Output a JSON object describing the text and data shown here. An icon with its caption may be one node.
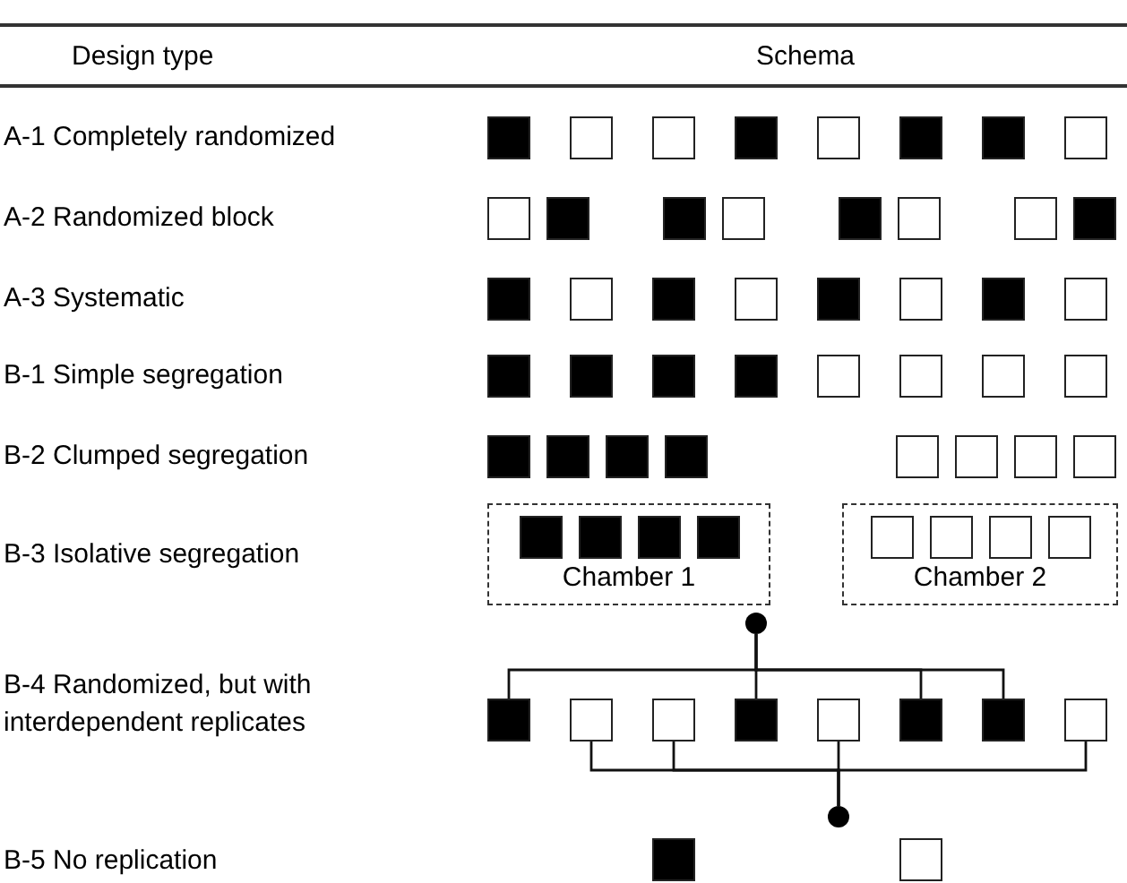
{
  "diagram": {
    "nodes": [
      {
        "text": [],
        "shape": "block"
      },
      {
        "text": [],
        "shape": "box"
      },
      {
        "text": [],
        "shape": "box"
      },
      {
        "text": [],
        "shape": "block"
      },
      {
        "text": [],
        "shape": "box"
      },
      {
        "text": [],
        "shape": "block"
      },
      {
        "text": [],
        "shape": "block"
      },
      {
        "text": [],
        "shape": "box"
      },
      {
        "text": [],
        "shape": "box"
      },
      {
        "text": [],
        "shape": "block"
      },
      {
        "text": [],
        "shape": "block"
      },
      {
        "text": [],
        "shape": "box"
      },
      {
        "text": [],
        "shape": "block"
      },
      {
        "text": [],
        "shape": "box"
      },
      {
        "text": [],
        "shape": "box"
      },
      {
        "text": [],
        "shape": "block"
      },
      {
        "text": [],
        "shape": "block"
      },
      {
        "text": [],
        "shape": "box"
      },
      {
        "text": [],
        "shape": "block"
      },
      {
        "text": [],
        "shape": "box"
      },
      {
        "text": [],
        "shape": "block"
      },
      {
        "text": [],
        "shape": "box"
      },
      {
        "text": [],
        "shape": "block"
      },
      {
        "text": [],
        "shape": "box"
      },
      {
        "text": [],
        "shape": "block"
      },
      {
        "text": [],
        "shape": "block"
      },
      {
        "text": [],
        "shape": "block"
      },
      {
        "text": [],
        "shape": "block"
      },
      {
        "text": [],
        "shape": "box"
      },
      {
        "text": [],
        "shape": "box"
      },
      {
        "text": [],
        "shape": "box"
      },
      {
        "text": [],
        "shape": "box"
      },
      {
        "text": [],
        "shape": "block"
      },
      {
        "text": [],
        "shape": "block"
      },
      {
        "text": [],
        "shape": "block"
      },
      {
        "text": [],
        "shape": "block"
      },
      {
        "text": [],
        "shape": "box"
      },
      {
        "text": [],
        "shape": "box"
      },
      {
        "text": [],
        "shape": "box"
      },
      {
        "text": [],
        "shape": "box"
      },
      {
        "text": [
          "Chamber 1"
        ]
      },
      {
        "text": [],
        "shape": "block",
        "in": 40
      },
      {
        "text": [],
        "shape": "block",
        "in": 40
      },
      {
        "text": [],
        "shape": "block",
        "in": 40
      },
      {
        "text": [],
        "shape": "block",
        "in": 40
      },
      {
        "text": [
          "Chamber 2"
        ]
      },
      {
        "text": [],
        "shape": "box",
        "in": 45
      },
      {
        "text": [],
        "shape": "box",
        "in": 45
      },
      {
        "text": [],
        "shape": "box",
        "in": 45
      },
      {
        "text": [],
        "shape": "box",
        "in": 45
      },
      {
        "text": [],
        "shape": "circle"
      },
      {
        "text": [],
        "shape": "block"
      },
      {
        "text": [],
        "shape": "box"
      },
      {
        "text": [],
        "shape": "box"
      },
      {
        "text": [],
        "shape": "block"
      },
      {
        "text": [],
        "shape": "box"
      },
      {
        "text": [],
        "shape": "block"
      },
      {
        "text": [],
        "shape": "block"
      },
      {
        "text": [],
        "shape": "box"
      },
      {
        "text": [],
        "shape": "circle"
      },
      {
        "text": [],
        "shape": "block"
      },
      {
        "text": [],
        "shape": "box"
      }
    ],
    "edges": [
      {
        "from": 50,
        "to": 51,
        "arrow": "none"
      },
      {
        "from": 50,
        "to": 54,
        "arrow": "none"
      },
      {
        "from": 50,
        "to": 56,
        "arrow": "none"
      },
      {
        "from": 50,
        "to": 57,
        "arrow": "none"
      },
      {
        "from": 59,
        "to": 52,
        "arrow": "none"
      },
      {
        "from": 59,
        "to": 53,
        "arrow": "none"
      },
      {
        "from": 59,
        "to": 55,
        "arrow": "none"
      },
      {
        "from": 59,
        "to": 58,
        "arrow": "none"
      }
    ],
    "labels": [
      "Design type",
      "Schema",
      "A-1 Completely randomized",
      "A-2 Randomized block",
      "A-3 Systematic",
      "B-1 Simple segregation",
      "B-2 Clumped segregation",
      "B-3 Isolative segregation",
      "B-4 Randomized, but with interdependent replicates",
      "B-5 No replication"
    ]
  }
}
